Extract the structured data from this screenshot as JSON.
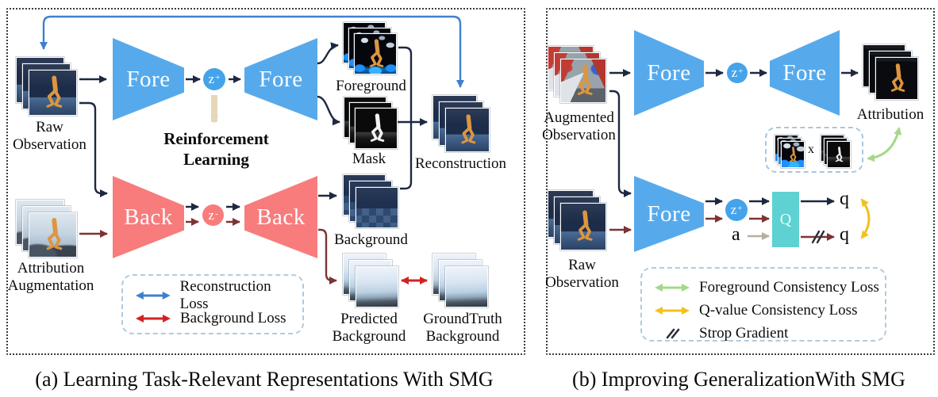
{
  "panel_a": {
    "caption": "(a) Learning Task-Relevant Representations With SMG",
    "encoder_fore": "Fore",
    "decoder_fore": "Fore",
    "encoder_back": "Back",
    "decoder_back": "Back",
    "z_plus": {
      "base": "z",
      "sup": "+"
    },
    "z_minus": {
      "base": "z",
      "sup": "-"
    },
    "rl_text": "Reinforcement Learning",
    "labels": {
      "raw_observation": "Raw Observation",
      "attribution_augmentation": "Attribution Augmentation",
      "foreground": "Foreground",
      "mask": "Mask",
      "reconstruction": "Reconstruction",
      "background": "Background",
      "predicted_background": "Predicted Background",
      "groundtruth_background": "GroundTruth Background"
    },
    "legend": [
      {
        "symbol": "double-arrow",
        "color": "#3f80cc",
        "label": "Reconstruction Loss"
      },
      {
        "symbol": "double-arrow",
        "color": "#d32222",
        "label": "Background Loss"
      }
    ]
  },
  "panel_b": {
    "caption": "(b) Improving GeneralizationWith SMG",
    "encoder_fore_top": "Fore",
    "decoder_fore_top": "Fore",
    "encoder_fore_bottom": "Fore",
    "z_plus_top": {
      "base": "z",
      "sup": "+"
    },
    "z_plus_bottom": {
      "base": "z",
      "sup": "+"
    },
    "q_network": "Q",
    "action": "a",
    "q_out_top": "q",
    "q_out_bottom": "q",
    "multiply": "x",
    "labels": {
      "augmented_observation": "Augmented Observation",
      "raw_observation": "Raw Observation",
      "attribution": "Attribution"
    },
    "legend": [
      {
        "symbol": "double-arrow",
        "color": "#a5d88a",
        "label": "Foreground Consistency Loss"
      },
      {
        "symbol": "double-arrow",
        "color": "#f2c11d",
        "label": "Q-value Consistency Loss"
      },
      {
        "symbol": "slash",
        "color": "#2a2f3a",
        "label": "Strop Gradient"
      }
    ]
  },
  "colors": {
    "encoder_fore": "#56aaec",
    "encoder_back": "#f87c7c",
    "latent_fore": "#45a3ea",
    "latent_back": "#f87c7c",
    "q_network_fill": "#5ed2d2",
    "arrow_dark": "#1d2940",
    "arrow_maroon": "#7e3333",
    "reconstruction_loss": "#3f80cc",
    "background_loss": "#d32222",
    "foreground_consistency_loss": "#a5d88a",
    "q_value_consistency_loss": "#f2c11d",
    "rl_arrow": "#e6d7ba",
    "action_arrow": "#b9ae9e"
  }
}
